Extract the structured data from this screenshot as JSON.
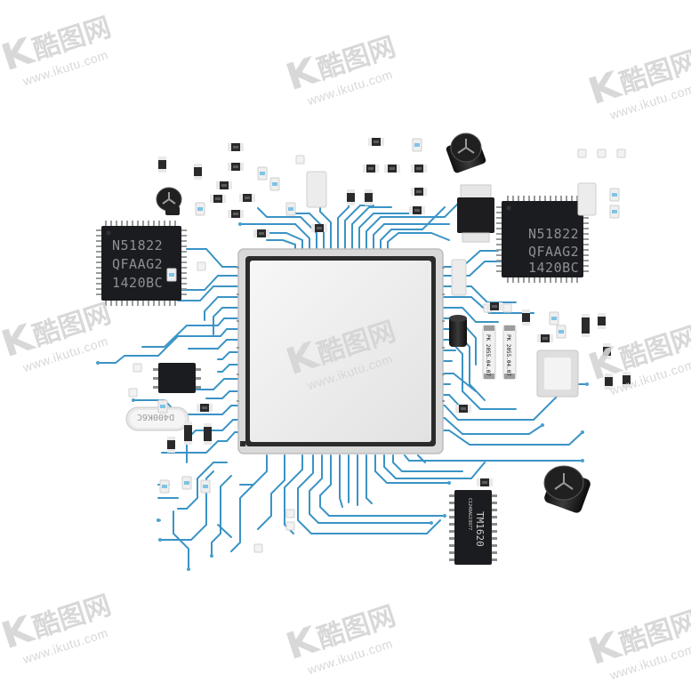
{
  "watermark": {
    "brand_cn": "酷图网",
    "url": "www.ikutu.com"
  },
  "chips": {
    "qfp_left": {
      "line1": "N51822",
      "line2": "QFAAG2",
      "line3": "1420BC"
    },
    "qfp_right": {
      "line1": "N51822",
      "line2": "QFAAG2",
      "line3": "1420BC"
    },
    "soic": {
      "label": "TM1620",
      "sub": "C1240AG19977"
    },
    "crystal": {
      "label": "D400K6C"
    },
    "fuse_a": {
      "label": "PK 2055.04.07"
    },
    "fuse_b": {
      "label": "PK 2055.04.07"
    }
  },
  "colors": {
    "trace": "#3a93c6",
    "chip_body": "#1b1c1f",
    "cpu_lid": "#ececec",
    "watermark": "#d4d4d4"
  }
}
